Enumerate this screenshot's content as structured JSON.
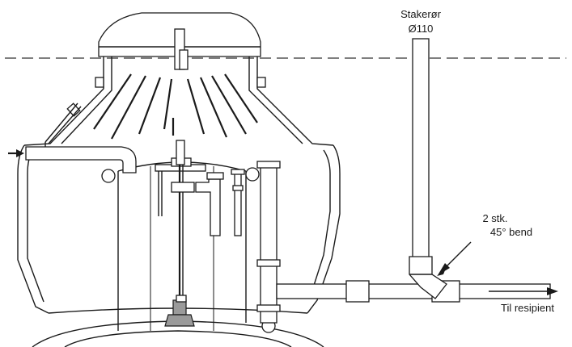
{
  "labels": {
    "pipe_name": "Stakerør",
    "pipe_size": "Ø110",
    "bend_count": "2 stk.",
    "bend_type": "45° bend",
    "outlet": "Til resipient"
  }
}
